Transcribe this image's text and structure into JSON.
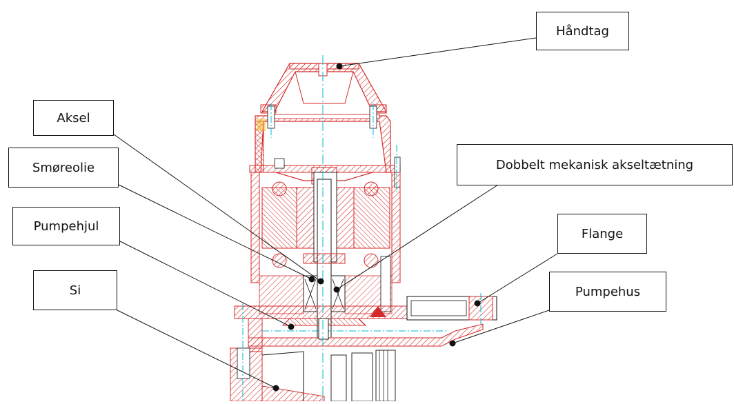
{
  "diagram": {
    "labels": {
      "handle": "Håndtag",
      "shaft": "Aksel",
      "oil": "Smøreolie",
      "seal": "Dobbelt mekanisk akseltætning",
      "impeller": "Pumpehjul",
      "flange": "Flange",
      "strainer": "Si",
      "housing": "Pumpehus"
    },
    "colors": {
      "section_line": "#d42a2a",
      "centerline": "#00b8d4",
      "leader": "#111111",
      "accent_yellow": "#f2b829"
    }
  }
}
